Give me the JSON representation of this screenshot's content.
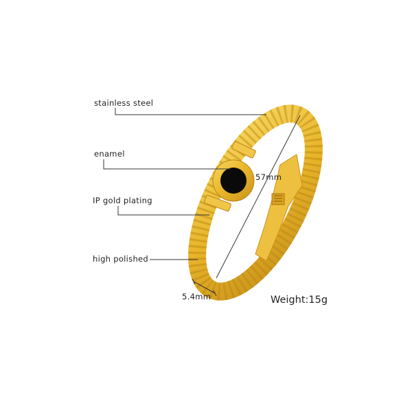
{
  "annotations": {
    "stainless_steel": "stainless steel",
    "enamel": "enamel",
    "ip_gold_plating": "IP gold plating",
    "high_polished": "high polished"
  },
  "dimensions": {
    "diameter": "57mm",
    "width": "5.4mm"
  },
  "weight": "Weight:15g",
  "colors": {
    "gold": "#e8b52a",
    "gold_light": "#f7d760",
    "gold_dark": "#b98412",
    "enamel": "#0a0a0a",
    "line": "#333333"
  }
}
